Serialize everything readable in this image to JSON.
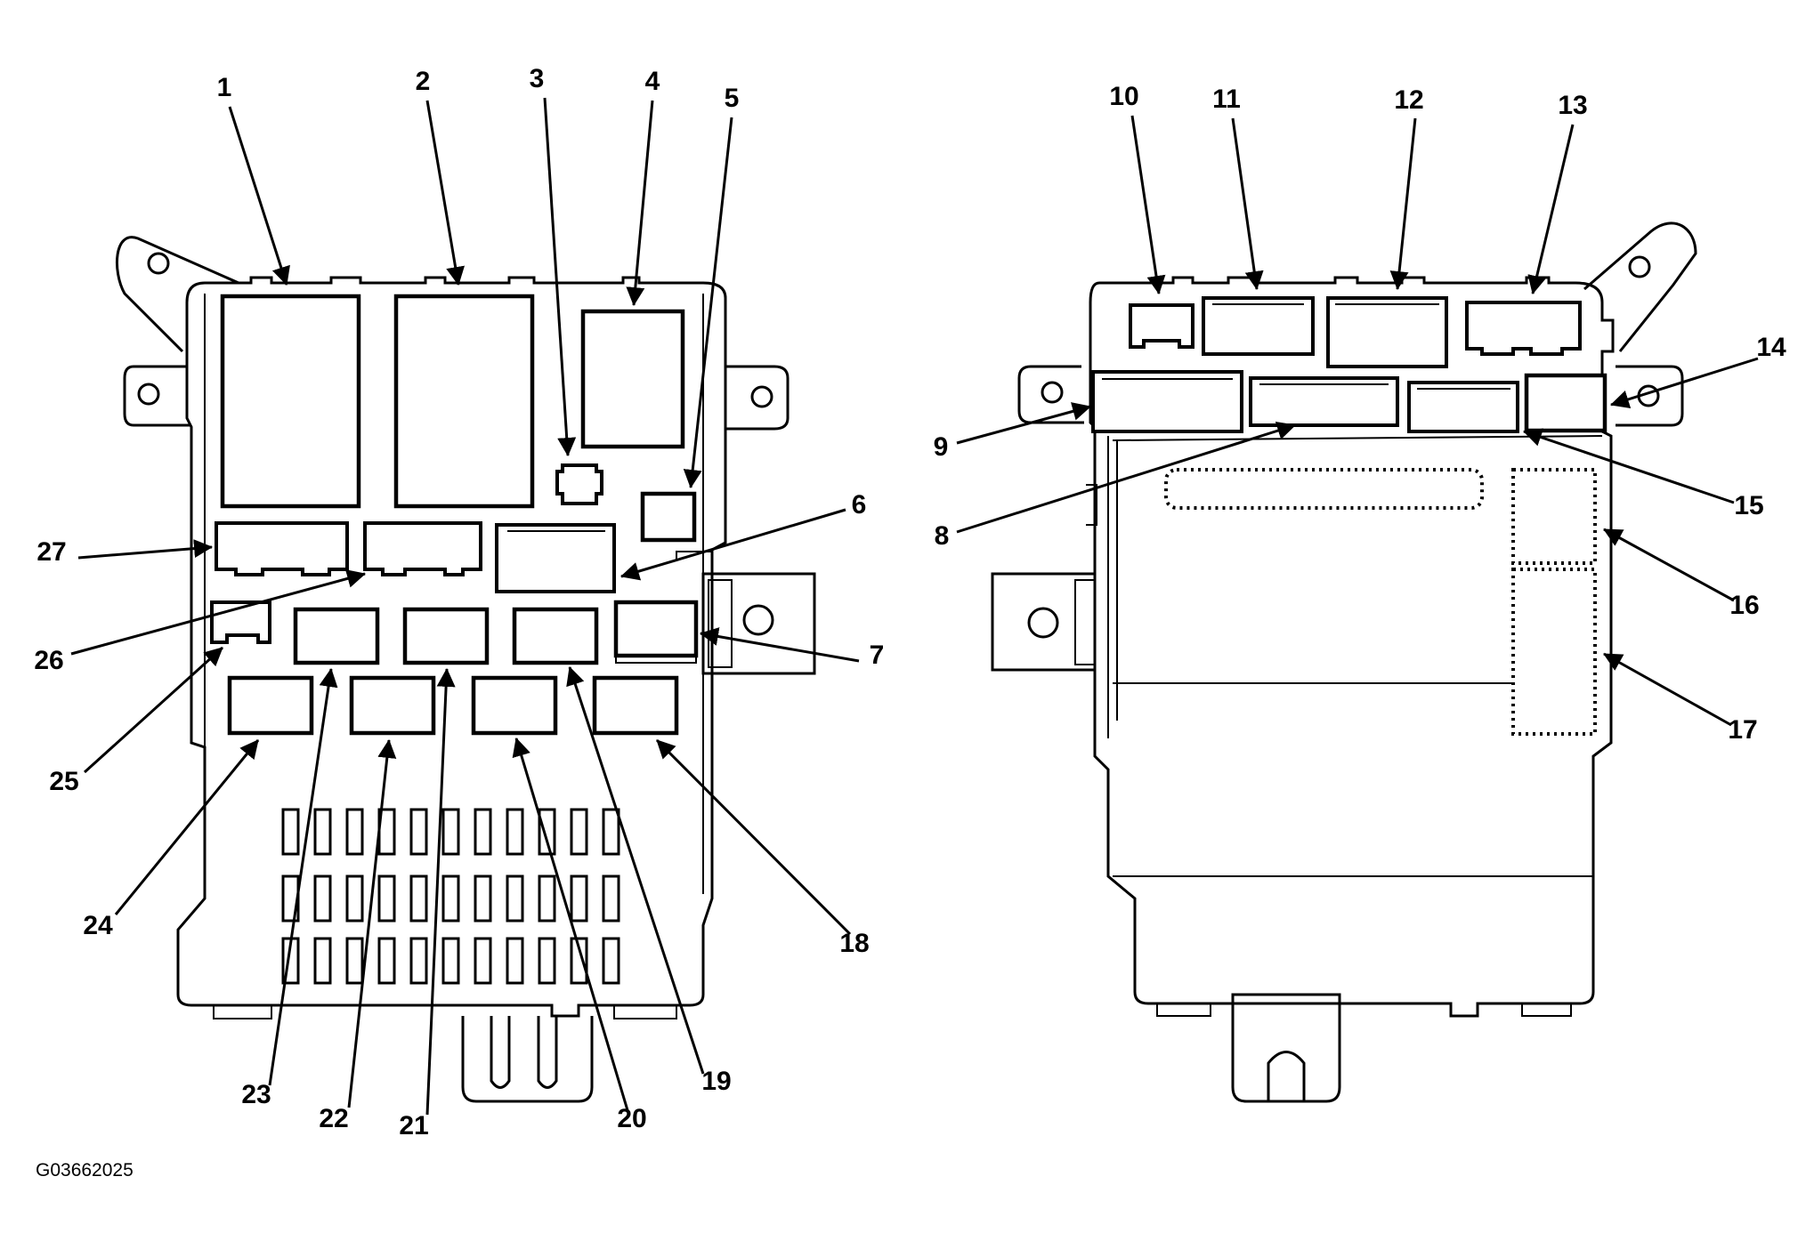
{
  "diagram": {
    "figure_code": "G03662025",
    "callouts": [
      {
        "id": "1",
        "text": "1"
      },
      {
        "id": "2",
        "text": "2"
      },
      {
        "id": "3",
        "text": "3"
      },
      {
        "id": "4",
        "text": "4"
      },
      {
        "id": "5",
        "text": "5"
      },
      {
        "id": "6",
        "text": "6"
      },
      {
        "id": "7",
        "text": "7"
      },
      {
        "id": "8",
        "text": "8"
      },
      {
        "id": "9",
        "text": "9"
      },
      {
        "id": "10",
        "text": "10"
      },
      {
        "id": "11",
        "text": "11"
      },
      {
        "id": "12",
        "text": "12"
      },
      {
        "id": "13",
        "text": "13"
      },
      {
        "id": "14",
        "text": "14"
      },
      {
        "id": "15",
        "text": "15"
      },
      {
        "id": "16",
        "text": "16"
      },
      {
        "id": "17",
        "text": "17"
      },
      {
        "id": "18",
        "text": "18"
      },
      {
        "id": "19",
        "text": "19"
      },
      {
        "id": "20",
        "text": "20"
      },
      {
        "id": "21",
        "text": "21"
      },
      {
        "id": "22",
        "text": "22"
      },
      {
        "id": "23",
        "text": "23"
      },
      {
        "id": "24",
        "text": "24"
      },
      {
        "id": "25",
        "text": "25"
      },
      {
        "id": "26",
        "text": "26"
      },
      {
        "id": "27",
        "text": "27"
      }
    ]
  }
}
